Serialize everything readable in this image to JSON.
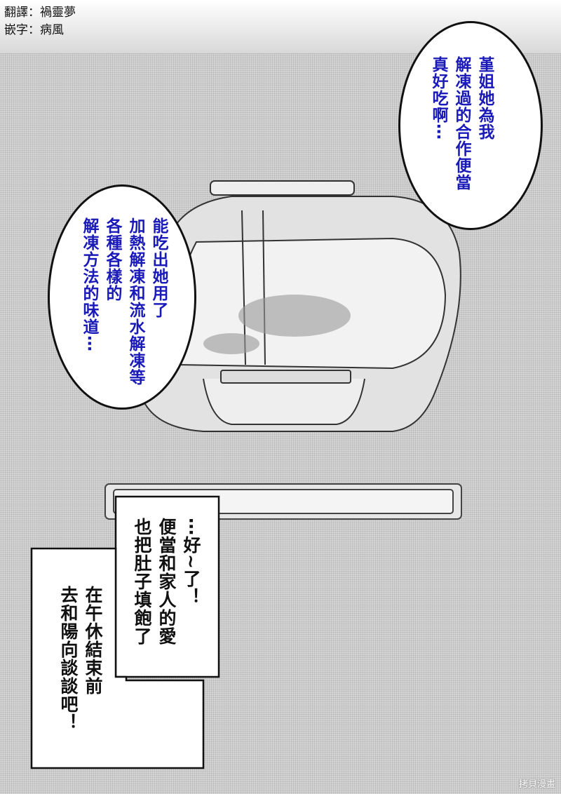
{
  "credits": {
    "translation": "翻譯：禍靈夢",
    "typesetting": "嵌字：病風"
  },
  "bubble_right": {
    "lines": [
      "堇姐她為我",
      "解凍過的合作便當",
      "真好吃啊⋯"
    ]
  },
  "bubble_left": {
    "lines": [
      "能吃出她用了",
      "加熱解凍和流水解凍等",
      "各種各樣的",
      "解凍方法的味道⋯"
    ]
  },
  "narration_1": {
    "lines": [
      "⋯好~了！",
      "便當和家人的愛",
      "也把肚子填飽了"
    ]
  },
  "narration_2": {
    "lines": [
      "在午休結束前",
      "去和陽向談談吧！"
    ]
  },
  "watermark": "拷貝漫畫"
}
